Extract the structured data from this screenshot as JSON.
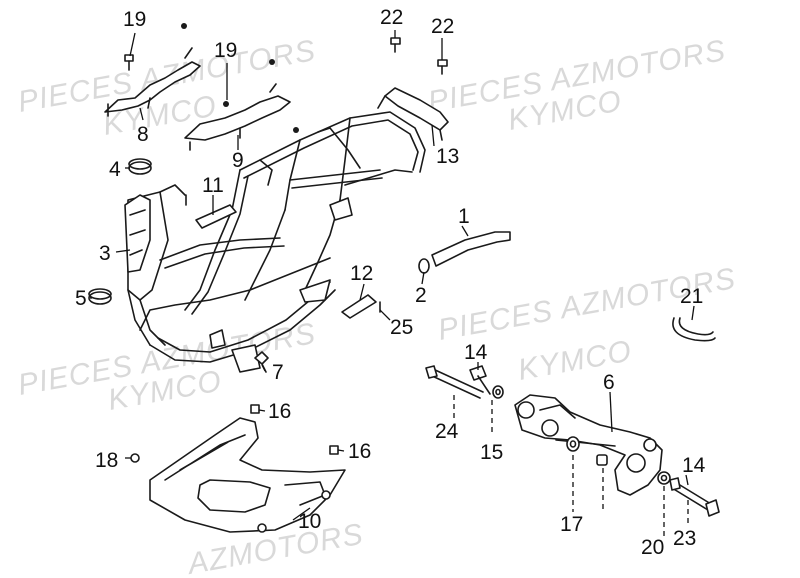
{
  "watermarks": [
    "PIECES AZMOTORS",
    "KYMCO",
    "PIECES AZMOTORS",
    "KYMCO",
    "PIECES AZMOTORS",
    "KYMCO",
    "PIECES AZMOTORS",
    "KYMCO",
    "AZMOTORS"
  ],
  "callouts": {
    "c19a": "19",
    "c19b": "19",
    "c22a": "22",
    "c22b": "22",
    "c8": "8",
    "c9": "9",
    "c13": "13",
    "c4": "4",
    "c11": "11",
    "c3": "3",
    "c1": "1",
    "c12": "12",
    "c2": "2",
    "c5": "5",
    "c25": "25",
    "c21": "21",
    "c7": "7",
    "c14a": "14",
    "c6": "6",
    "c16a": "16",
    "c24": "24",
    "c15": "15",
    "c18": "18",
    "c16b": "16",
    "c14b": "14",
    "c17": "17",
    "c10": "10",
    "c20": "20",
    "c23": "23"
  }
}
